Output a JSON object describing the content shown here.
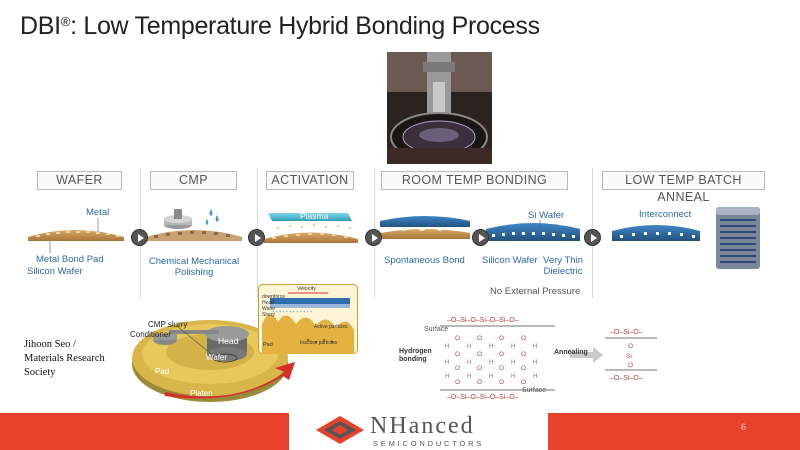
{
  "slide": {
    "title_main": "DBI",
    "title_sup": "®",
    "title_rest": ": Low Temperature Hybrid Bonding Process",
    "page_number": "6"
  },
  "stages": [
    {
      "label": "WAFER"
    },
    {
      "label": "CMP"
    },
    {
      "label": "ACTIVATION"
    },
    {
      "label": "ROOM TEMP BONDING"
    },
    {
      "label": "LOW TEMP BATCH ANNEAL"
    }
  ],
  "wafer": {
    "metal": "Metal",
    "bond_pad": "Metal Bond Pad",
    "silicon": "Silicon Wafer"
  },
  "cmp": {
    "label_line1": "Chemical Mechanical",
    "label_line2": "Polishing"
  },
  "activation": {
    "plasma": "Plasma"
  },
  "bonding": {
    "spontaneous": "Spontaneous Bond",
    "si_wafer": "Si Wafer",
    "silicon_wafer": "Silicon Wafer",
    "thin_line1": "Very Thin",
    "thin_line2": "Dielectric",
    "no_pressure": "No External Pressure"
  },
  "anneal": {
    "interconnect": "Interconnect"
  },
  "cmp_diagram": {
    "slurry": "CMP slurry",
    "conditioner": "Conditioner",
    "head": "Head",
    "wafer": "Wafer",
    "pad": "Pad",
    "platen": "Platen"
  },
  "cmp_inset": {
    "velocity": "Velocity",
    "downforce": "downforce",
    "head": "Head",
    "wafer": "Wafer",
    "slurry": "Slurry",
    "active": "Active particles",
    "inactive": "Inactive particles",
    "pad": "Pad"
  },
  "chemistry": {
    "surface_top": "Surface",
    "surface_bottom": "Surface",
    "hydrogen_line1": "Hydrogen",
    "hydrogen_line2": "bonding",
    "annealing": "Annealing"
  },
  "credit": {
    "line1": "Jihoon Seo /",
    "line2": "Materials Research",
    "line3": "Society"
  },
  "logo": {
    "name": "NHanced",
    "sub": "SEMICONDUCTORS"
  },
  "colors": {
    "accent": "#e8412c",
    "wafer_gold": "#c9954e",
    "wafer_blue": "#2f6fb0",
    "label_blue": "#2c6aa8"
  }
}
